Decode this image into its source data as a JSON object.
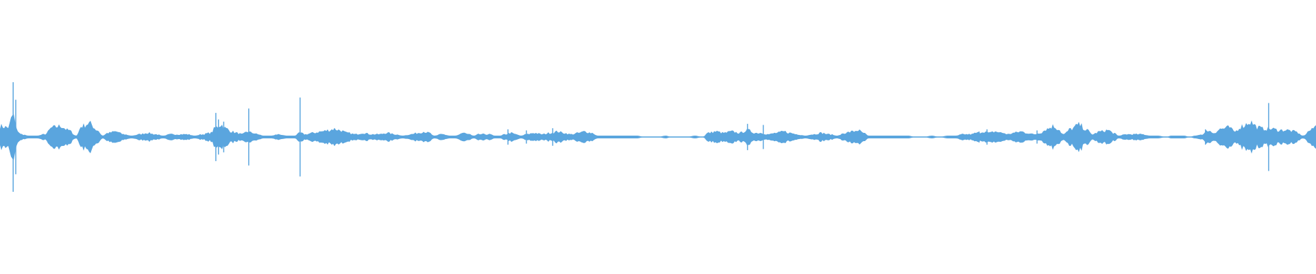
{
  "waveform": {
    "color": "#5aa5de",
    "background": "#ffffff",
    "envelope": [
      [
        0.0,
        0.08
      ],
      [
        0.006,
        0.07
      ],
      [
        0.01,
        0.16
      ],
      [
        0.013,
        0.05
      ],
      [
        0.016,
        0.02
      ],
      [
        0.022,
        0.01
      ],
      [
        0.028,
        0.01
      ],
      [
        0.034,
        0.02
      ],
      [
        0.04,
        0.07
      ],
      [
        0.046,
        0.08
      ],
      [
        0.052,
        0.05
      ],
      [
        0.058,
        0.01
      ],
      [
        0.062,
        0.08
      ],
      [
        0.068,
        0.1
      ],
      [
        0.074,
        0.05
      ],
      [
        0.078,
        0.01
      ],
      [
        0.082,
        0.03
      ],
      [
        0.088,
        0.04
      ],
      [
        0.094,
        0.02
      ],
      [
        0.1,
        0.01
      ],
      [
        0.106,
        0.02
      ],
      [
        0.112,
        0.03
      ],
      [
        0.118,
        0.02
      ],
      [
        0.124,
        0.01
      ],
      [
        0.13,
        0.02
      ],
      [
        0.136,
        0.02
      ],
      [
        0.142,
        0.02
      ],
      [
        0.148,
        0.01
      ],
      [
        0.154,
        0.02
      ],
      [
        0.16,
        0.03
      ],
      [
        0.164,
        0.07
      ],
      [
        0.168,
        0.09
      ],
      [
        0.172,
        0.06
      ],
      [
        0.176,
        0.04
      ],
      [
        0.18,
        0.03
      ],
      [
        0.184,
        0.02
      ],
      [
        0.188,
        0.04
      ],
      [
        0.192,
        0.03
      ],
      [
        0.196,
        0.02
      ],
      [
        0.2,
        0.01
      ],
      [
        0.206,
        0.01
      ],
      [
        0.212,
        0.02
      ],
      [
        0.218,
        0.01
      ],
      [
        0.224,
        0.01
      ],
      [
        0.228,
        0.03
      ],
      [
        0.232,
        0.02
      ],
      [
        0.238,
        0.03
      ],
      [
        0.244,
        0.04
      ],
      [
        0.25,
        0.05
      ],
      [
        0.254,
        0.06
      ],
      [
        0.258,
        0.05
      ],
      [
        0.264,
        0.03
      ],
      [
        0.27,
        0.02
      ],
      [
        0.276,
        0.03
      ],
      [
        0.282,
        0.02
      ],
      [
        0.288,
        0.02
      ],
      [
        0.294,
        0.03
      ],
      [
        0.3,
        0.02
      ],
      [
        0.306,
        0.01
      ],
      [
        0.312,
        0.02
      ],
      [
        0.318,
        0.03
      ],
      [
        0.322,
        0.04
      ],
      [
        0.326,
        0.03
      ],
      [
        0.33,
        0.01
      ],
      [
        0.336,
        0.02
      ],
      [
        0.342,
        0.01
      ],
      [
        0.346,
        0.01
      ],
      [
        0.352,
        0.03
      ],
      [
        0.356,
        0.02
      ],
      [
        0.36,
        0.01
      ],
      [
        0.364,
        0.02
      ],
      [
        0.368,
        0.02
      ],
      [
        0.372,
        0.02
      ],
      [
        0.376,
        0.01
      ],
      [
        0.38,
        0.01
      ],
      [
        0.384,
        0.02
      ],
      [
        0.388,
        0.03
      ],
      [
        0.392,
        0.02
      ],
      [
        0.396,
        0.01
      ],
      [
        0.4,
        0.02
      ],
      [
        0.406,
        0.03
      ],
      [
        0.412,
        0.02
      ],
      [
        0.418,
        0.03
      ],
      [
        0.424,
        0.04
      ],
      [
        0.428,
        0.03
      ],
      [
        0.434,
        0.02
      ],
      [
        0.44,
        0.03
      ],
      [
        0.444,
        0.04
      ],
      [
        0.45,
        0.03
      ],
      [
        0.454,
        0.01
      ],
      [
        0.46,
        0.01
      ],
      [
        0.466,
        0.01
      ],
      [
        0.472,
        0.01
      ],
      [
        0.478,
        0.01
      ],
      [
        0.484,
        0.01
      ],
      [
        0.49,
        0.0
      ],
      [
        0.494,
        0.0
      ],
      [
        0.5,
        0.0
      ],
      [
        0.506,
        0.01
      ],
      [
        0.51,
        0.0
      ],
      [
        0.516,
        0.0
      ],
      [
        0.522,
        0.0
      ],
      [
        0.528,
        0.01
      ],
      [
        0.534,
        0.0
      ],
      [
        0.538,
        0.03
      ],
      [
        0.544,
        0.04
      ],
      [
        0.55,
        0.03
      ],
      [
        0.556,
        0.04
      ],
      [
        0.562,
        0.03
      ],
      [
        0.568,
        0.05
      ],
      [
        0.574,
        0.03
      ],
      [
        0.578,
        0.03
      ],
      [
        0.584,
        0.02
      ],
      [
        0.59,
        0.03
      ],
      [
        0.596,
        0.04
      ],
      [
        0.6,
        0.03
      ],
      [
        0.606,
        0.02
      ],
      [
        0.612,
        0.01
      ],
      [
        0.618,
        0.02
      ],
      [
        0.624,
        0.03
      ],
      [
        0.63,
        0.02
      ],
      [
        0.636,
        0.01
      ],
      [
        0.642,
        0.03
      ],
      [
        0.648,
        0.04
      ],
      [
        0.652,
        0.05
      ],
      [
        0.656,
        0.03
      ],
      [
        0.66,
        0.01
      ],
      [
        0.666,
        0.01
      ],
      [
        0.672,
        0.01
      ],
      [
        0.678,
        0.01
      ],
      [
        0.684,
        0.01
      ],
      [
        0.69,
        0.01
      ],
      [
        0.696,
        0.0
      ],
      [
        0.702,
        0.0
      ],
      [
        0.708,
        0.01
      ],
      [
        0.714,
        0.0
      ],
      [
        0.72,
        0.01
      ],
      [
        0.726,
        0.01
      ],
      [
        0.732,
        0.02
      ],
      [
        0.738,
        0.02
      ],
      [
        0.742,
        0.03
      ],
      [
        0.748,
        0.04
      ],
      [
        0.752,
        0.03
      ],
      [
        0.756,
        0.04
      ],
      [
        0.762,
        0.03
      ],
      [
        0.766,
        0.02
      ],
      [
        0.77,
        0.03
      ],
      [
        0.776,
        0.04
      ],
      [
        0.78,
        0.03
      ],
      [
        0.786,
        0.02
      ],
      [
        0.79,
        0.03
      ],
      [
        0.796,
        0.06
      ],
      [
        0.8,
        0.08
      ],
      [
        0.804,
        0.06
      ],
      [
        0.808,
        0.02
      ],
      [
        0.814,
        0.06
      ],
      [
        0.82,
        0.09
      ],
      [
        0.826,
        0.05
      ],
      [
        0.83,
        0.02
      ],
      [
        0.836,
        0.04
      ],
      [
        0.842,
        0.05
      ],
      [
        0.846,
        0.03
      ],
      [
        0.85,
        0.01
      ],
      [
        0.856,
        0.02
      ],
      [
        0.862,
        0.02
      ],
      [
        0.868,
        0.02
      ],
      [
        0.874,
        0.01
      ],
      [
        0.88,
        0.01
      ],
      [
        0.886,
        0.0
      ],
      [
        0.89,
        0.01
      ],
      [
        0.896,
        0.01
      ],
      [
        0.9,
        0.01
      ],
      [
        0.904,
        0.0
      ],
      [
        0.908,
        0.01
      ],
      [
        0.914,
        0.02
      ],
      [
        0.918,
        0.05
      ],
      [
        0.922,
        0.03
      ],
      [
        0.928,
        0.06
      ],
      [
        0.934,
        0.07
      ],
      [
        0.938,
        0.04
      ],
      [
        0.944,
        0.08
      ],
      [
        0.95,
        0.11
      ],
      [
        0.956,
        0.07
      ],
      [
        0.96,
        0.06
      ],
      [
        0.966,
        0.06
      ],
      [
        0.972,
        0.05
      ],
      [
        0.978,
        0.05
      ],
      [
        0.984,
        0.04
      ],
      [
        0.99,
        0.01
      ],
      [
        0.996,
        0.05
      ],
      [
        1.0,
        0.08
      ]
    ],
    "spikes": [
      [
        0.01,
        0.5
      ],
      [
        0.012,
        0.34
      ],
      [
        0.164,
        0.22
      ],
      [
        0.166,
        0.16
      ],
      [
        0.17,
        0.14
      ],
      [
        0.189,
        0.26
      ],
      [
        0.228,
        0.36
      ],
      [
        0.386,
        0.07
      ],
      [
        0.4,
        0.06
      ],
      [
        0.42,
        0.08
      ],
      [
        0.568,
        0.12
      ],
      [
        0.58,
        0.11
      ],
      [
        0.744,
        0.05
      ],
      [
        0.75,
        0.07
      ],
      [
        0.788,
        0.06
      ],
      [
        0.916,
        0.07
      ],
      [
        0.964,
        0.31
      ]
    ]
  }
}
